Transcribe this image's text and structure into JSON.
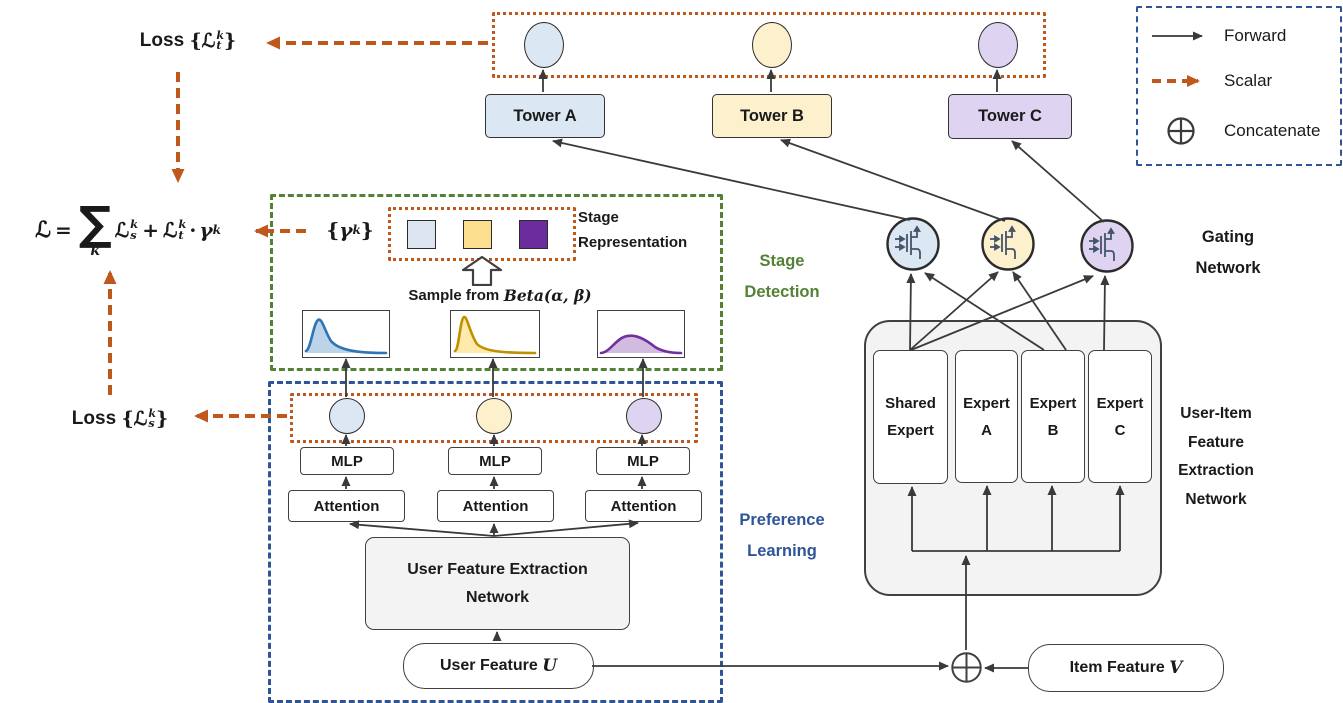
{
  "colors": {
    "blue_fill": "#dbe7f3",
    "yellow_fill": "#fdf0cd",
    "purple_fill": "#ded4f2",
    "square_blue": "#dde6f0",
    "square_yellow": "#fcdf8e",
    "square_purple": "#6b2d9e",
    "orange_accent": "#c0571c",
    "green_accent": "#538135",
    "blue_accent": "#2e5597",
    "gray_fill": "#f3f3f3",
    "curve_blue": "#2e75b6",
    "curve_gold": "#bf9000",
    "curve_purple": "#7030a0"
  },
  "losses": {
    "top": {
      "word": "Loss",
      "open": "{",
      "script_l": "ℒ",
      "sup": "k",
      "sub": "t",
      "close": "}"
    },
    "bottom": {
      "word": "Loss",
      "open": "{",
      "script_l": "ℒ",
      "sup": "k",
      "sub": "s",
      "close": "}"
    }
  },
  "equation": {
    "lhs": "ℒ",
    "equals": "=",
    "sum": "∑",
    "sum_sub": "k",
    "term1_l": "ℒ",
    "term1_sup": "k",
    "term1_sub": "s",
    "plus": "+",
    "term2_l": "ℒ",
    "term2_sup": "k",
    "term2_sub": "t",
    "dot": "·",
    "gamma": "γ",
    "gamma_sup": "k"
  },
  "gamma_set": {
    "open": "{",
    "gamma": "γ",
    "sup": "k",
    "close": "}"
  },
  "stage_detection": {
    "label_line1": "Stage",
    "label_line2": "Detection",
    "rep_label_line1": "Stage",
    "rep_label_line2": "Representation",
    "sample_prefix": "Sample from",
    "sample_math": "Beta(α, β)"
  },
  "preference": {
    "label_line1": "Preference",
    "label_line2": "Learning",
    "mlp": [
      "MLP",
      "MLP",
      "MLP"
    ],
    "attention": [
      "Attention",
      "Attention",
      "Attention"
    ],
    "ufen_line1": "User Feature Extraction",
    "ufen_line2": "Network",
    "user_feature_text": "User Feature",
    "user_feature_var": "U"
  },
  "towers": [
    {
      "label": "Tower A"
    },
    {
      "label": "Tower B"
    },
    {
      "label": "Tower C"
    }
  ],
  "gating": {
    "label_line1": "Gating",
    "label_line2": "Network"
  },
  "experts": [
    {
      "line1": "Shared",
      "line2": "Expert"
    },
    {
      "line1": "Expert",
      "line2": "A"
    },
    {
      "line1": "Expert",
      "line2": "B"
    },
    {
      "line1": "Expert",
      "line2": "C"
    }
  ],
  "user_item": {
    "line1": "User-Item",
    "line2": "Feature",
    "line3": "Extraction",
    "line4": "Network"
  },
  "item_feature": {
    "text": "Item Feature",
    "var": "V"
  },
  "legend": {
    "forward_label": "Forward",
    "scalar_label": "Scalar",
    "concat_label": "Concatenate"
  }
}
